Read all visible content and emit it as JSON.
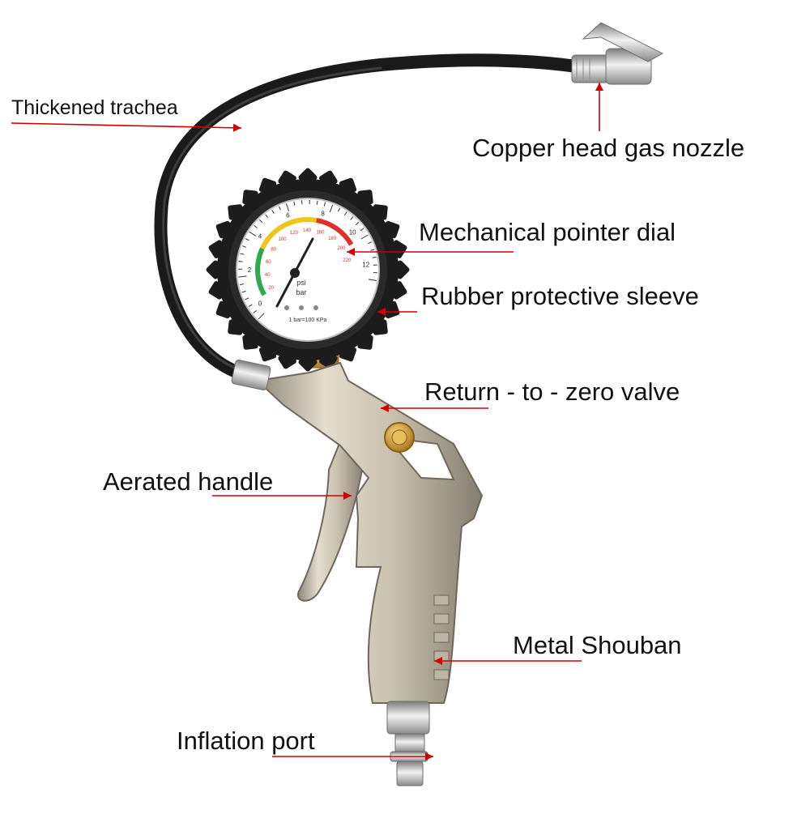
{
  "labels": {
    "trachea": "Thickened trachea",
    "nozzle": "Copper head gas nozzle",
    "dial": "Mechanical pointer dial",
    "sleeve": "Rubber protective sleeve",
    "valve": "Return - to - zero valve",
    "handle": "Aerated handle",
    "shouban": "Metal Shouban",
    "port": "Inflation port"
  },
  "gauge": {
    "unit_psi": "psi",
    "unit_bar": "bar",
    "footer": "1 bar=100 KPa",
    "bar_ticks": [
      "0",
      "2",
      "4",
      "6",
      "8",
      "10",
      "12"
    ],
    "psi_ticks": [
      "20",
      "40",
      "60",
      "80",
      "100",
      "120",
      "140",
      "160",
      "180",
      "200",
      "220"
    ]
  },
  "colors": {
    "leader": "#d40000",
    "rubber": "#1c1c1c",
    "metal": "#cfc6b4",
    "brass": "#c9952e",
    "zone_green": "#2fa84f",
    "zone_yellow": "#f0c419",
    "zone_red": "#e0302a"
  }
}
